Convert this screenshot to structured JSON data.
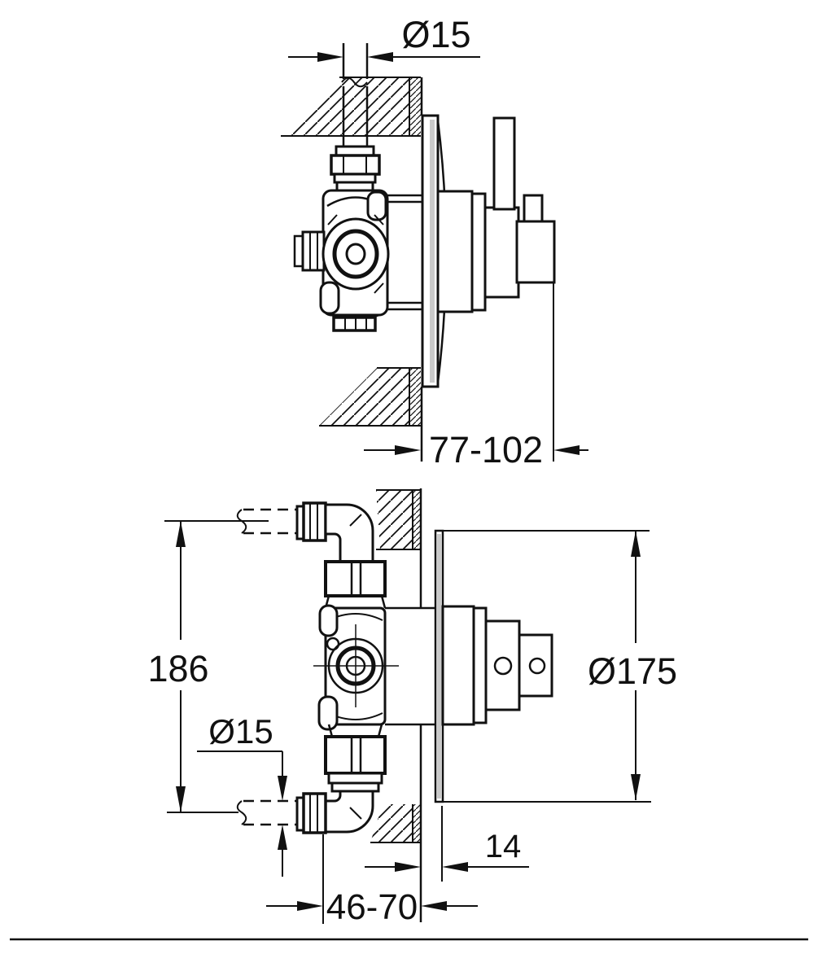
{
  "views": {
    "top": {
      "dimensions": {
        "pipe_diameter": "Ø15",
        "projection_depth": "77-102"
      }
    },
    "bottom": {
      "dimensions": {
        "pipe_spacing": "186",
        "pipe_diameter": "Ø15",
        "escutcheon_diameter": "Ø175",
        "plate_distance": "14",
        "embed_depth": "46-70"
      }
    }
  },
  "colors": {
    "line": "#111111",
    "bg": "#ffffff",
    "shade": "#c9c9c9"
  }
}
